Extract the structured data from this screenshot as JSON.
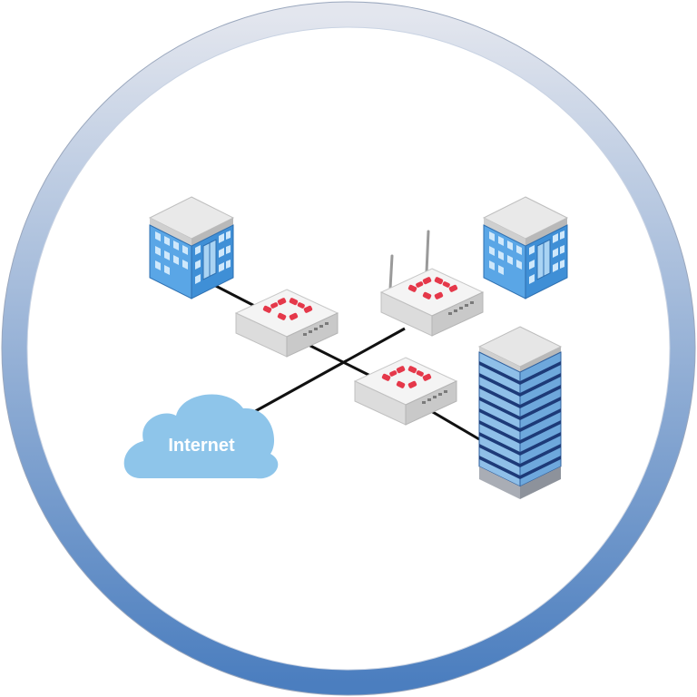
{
  "diagram": {
    "cloud_label": "Internet",
    "colors": {
      "ring_top": "#e3e6ee",
      "ring_bottom": "#4b7ebf",
      "cable": "#111111",
      "cloud": "#8ec5ea",
      "firewall_body": "#eeeeee",
      "firewall_logo": "#e5384a",
      "building_blue": "#3f8fd6",
      "tower_stripe": "#1d3a78"
    },
    "nodes": [
      {
        "id": "branch-office-left",
        "kind": "building"
      },
      {
        "id": "branch-office-right",
        "kind": "building"
      },
      {
        "id": "firewall-left",
        "kind": "firewall"
      },
      {
        "id": "firewall-wireless",
        "kind": "wireless-firewall"
      },
      {
        "id": "firewall-center",
        "kind": "firewall"
      },
      {
        "id": "datacenter-tower",
        "kind": "tower"
      },
      {
        "id": "internet-cloud",
        "kind": "cloud"
      }
    ],
    "links": [
      {
        "from": "branch-office-left",
        "to": "firewall-left"
      },
      {
        "from": "firewall-left",
        "to": "firewall-center"
      },
      {
        "from": "firewall-center",
        "to": "datacenter-tower"
      },
      {
        "from": "internet-cloud",
        "to": "firewall-wireless"
      }
    ]
  }
}
